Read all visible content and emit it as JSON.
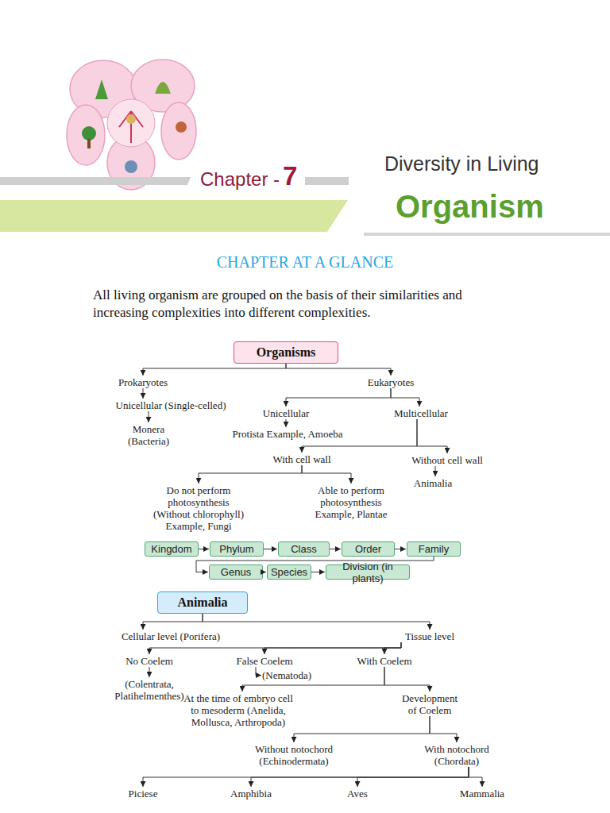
{
  "diagram": {
    "title": "CHAPTER AT A GLANCE",
    "nodes": [
      {
        "text": [
          "Organisms"
        ]
      },
      {
        "text": [
          "Prokaryotes"
        ]
      },
      {
        "text": [
          "Eukaryotes"
        ]
      },
      {
        "text": [
          "Unicellular (Single-celled)"
        ]
      },
      {
        "text": [
          "Monera (Bacteria)"
        ]
      },
      {
        "text": [
          "Unicellular"
        ]
      },
      {
        "text": [
          "Multicellular"
        ]
      },
      {
        "text": [
          "Protista Example, Amoeba"
        ]
      },
      {
        "text": [
          "With cell wall"
        ]
      },
      {
        "text": [
          "Without cell wall"
        ]
      },
      {
        "text": [
          "Animalia"
        ]
      },
      {
        "text": [
          "Do not perform photosynthesis (Without chlorophyll) Example, Fungi"
        ]
      },
      {
        "text": [
          "Able to perform photosynthesis Example, Plantae"
        ]
      },
      {
        "text": [
          "Kingdom"
        ]
      },
      {
        "text": [
          "Phylum"
        ]
      },
      {
        "text": [
          "Class"
        ]
      },
      {
        "text": [
          "Order"
        ]
      },
      {
        "text": [
          "Family"
        ]
      },
      {
        "text": [
          "Genus"
        ]
      },
      {
        "text": [
          "Species"
        ]
      },
      {
        "text": [
          "Division (in plants)"
        ]
      },
      {
        "text": [
          "Animalia"
        ]
      },
      {
        "text": [
          "Cellular level (Porifera)"
        ]
      },
      {
        "text": [
          "Tissue level"
        ]
      },
      {
        "text": [
          "No Coelem"
        ]
      },
      {
        "text": [
          "False Coelem"
        ]
      },
      {
        "text": [
          "With Coelem"
        ]
      },
      {
        "text": [
          "(Colentrata, Platihelmenthes)"
        ]
      },
      {
        "text": [
          "(Nematoda)"
        ]
      },
      {
        "text": [
          "At the time of embryo cell to mesoderm (Anelida, Mollusca, Arthropoda)"
        ]
      },
      {
        "text": [
          "Development of Coelem"
        ]
      },
      {
        "text": [
          "Without notochord (Echinodermata)"
        ]
      },
      {
        "text": [
          "With notochord (Chordata)"
        ]
      },
      {
        "text": [
          "Piciese"
        ]
      },
      {
        "text": [
          "Amphibia"
        ]
      },
      {
        "text": [
          "Aves"
        ]
      },
      {
        "text": [
          "Mammalia"
        ]
      }
    ],
    "edges": [
      {
        "from": 0,
        "to": 1,
        "arrow": "to"
      },
      {
        "from": 0,
        "to": 2,
        "arrow": "to"
      },
      {
        "from": 1,
        "to": 3,
        "arrow": "to"
      },
      {
        "from": 3,
        "to": 4,
        "arrow": "to"
      },
      {
        "from": 2,
        "to": 5,
        "arrow": "to"
      },
      {
        "from": 2,
        "to": 6,
        "arrow": "to"
      },
      {
        "from": 5,
        "to": 7,
        "arrow": "to"
      },
      {
        "from": 6,
        "to": 8,
        "arrow": "to"
      },
      {
        "from": 6,
        "to": 9,
        "arrow": "to"
      },
      {
        "from": 9,
        "to": 10,
        "arrow": "to"
      },
      {
        "from": 8,
        "to": 11,
        "arrow": "to"
      },
      {
        "from": 8,
        "to": 12,
        "arrow": "to"
      },
      {
        "from": 13,
        "to": 14,
        "arrow": "to"
      },
      {
        "from": 14,
        "to": 15,
        "arrow": "to"
      },
      {
        "from": 15,
        "to": 16,
        "arrow": "to"
      },
      {
        "from": 16,
        "to": 17,
        "arrow": "to"
      },
      {
        "from": 17,
        "to": 18,
        "arrow": "to"
      },
      {
        "from": 18,
        "to": 19,
        "arrow": "to"
      },
      {
        "from": 19,
        "to": 20,
        "arrow": "to"
      },
      {
        "from": 21,
        "to": 22,
        "arrow": "to"
      },
      {
        "from": 21,
        "to": 23,
        "arrow": "to"
      },
      {
        "from": 23,
        "to": 24,
        "arrow": "to"
      },
      {
        "from": 23,
        "to": 25,
        "arrow": "to"
      },
      {
        "from": 23,
        "to": 26,
        "arrow": "to"
      },
      {
        "from": 24,
        "to": 27,
        "arrow": "to"
      },
      {
        "from": 25,
        "to": 28,
        "arrow": "to"
      },
      {
        "from": 26,
        "to": 29,
        "arrow": "to"
      },
      {
        "from": 26,
        "to": 30,
        "arrow": "to"
      },
      {
        "from": 30,
        "to": 31,
        "arrow": "to"
      },
      {
        "from": 30,
        "to": 32,
        "arrow": "to"
      },
      {
        "from": 32,
        "to": 33,
        "arrow": "to"
      },
      {
        "from": 32,
        "to": 34,
        "arrow": "to"
      },
      {
        "from": 32,
        "to": 35,
        "arrow": "to"
      },
      {
        "from": 32,
        "to": 36,
        "arrow": "to"
      }
    ],
    "labels": [
      "Chapter -",
      "7",
      "Diversity in Living",
      "Organism",
      "All living organism are grouped on the basis of their similarities and increasing complexities into different complexities."
    ]
  }
}
